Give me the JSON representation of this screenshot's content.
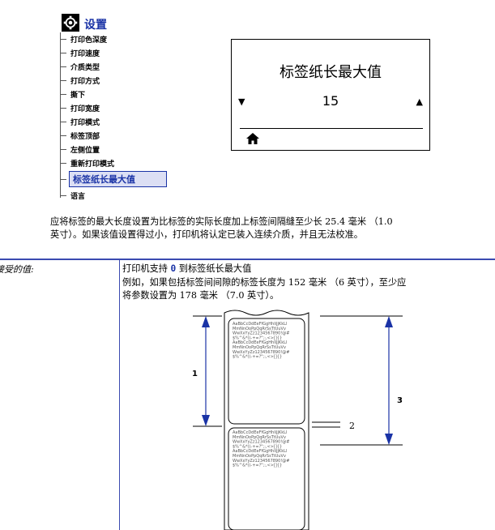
{
  "menu": {
    "title": "设置",
    "items": [
      "打印色深度",
      "打印速度",
      "介质类型",
      "打印方式",
      "撕下",
      "打印宽度",
      "打印模式",
      "标签顶部",
      "左侧位置",
      "重新打印模式",
      "标签纸长最大值",
      "语言"
    ],
    "selected_index": 10
  },
  "screen": {
    "title": "标签纸长最大值",
    "value": "15",
    "left_arrow": "▼",
    "right_arrow": "▲"
  },
  "paragraph": {
    "line1": "应将标签的最大长度设置为比标签的实际长度加上标签间隔缝至少长 25.4 毫米 （1.0",
    "line2": "英寸）。如果该值设置得过小，打印机将认定已装入连续介质，并且无法校准。"
  },
  "table": {
    "left_label": "接受的值:",
    "line1_prefix": "打印机支持 ",
    "line1_code": "0",
    "line1_suffix": " 到标签纸长最大值",
    "example_line1": "例如，如果包括标签间间隙的标签长度为 152 毫米 （6 英寸），至少应",
    "example_line2": "将参数设置为 178 毫米 （7.0 英寸）。"
  },
  "diagram": {
    "label_1": "1",
    "label_2": "2",
    "label_3": "3",
    "sample_text": [
      "AaBbCcDdEeFfGgHhIiJjKkLl",
      "MmNnOoPpQqRrSsTtUuVv",
      "WwXxYyZz1234567890!@#",
      "$%^&*()-+=?\";:,<>[]{}",
      "AaBbCcDdEeFfGgHhIiJjKkLl",
      "MmNnOoPpQqRrSsTtUuVv",
      "WwXxYyZz1234567890!@#",
      "$%^&*()-+=?\";:,<>[]{}"
    ],
    "colors": {
      "arrow": "#1a33a6",
      "line": "#000000"
    }
  }
}
